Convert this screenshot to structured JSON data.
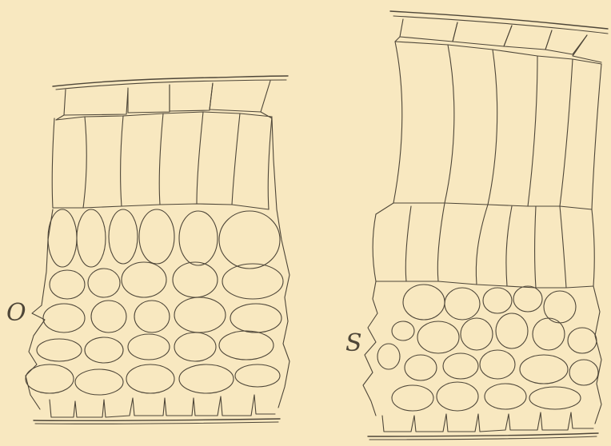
{
  "figure": {
    "background": "#f8e8c0",
    "ink": "#4e4638",
    "panels": [
      {
        "id": "O",
        "label": "O"
      },
      {
        "id": "S",
        "label": "S"
      }
    ]
  }
}
